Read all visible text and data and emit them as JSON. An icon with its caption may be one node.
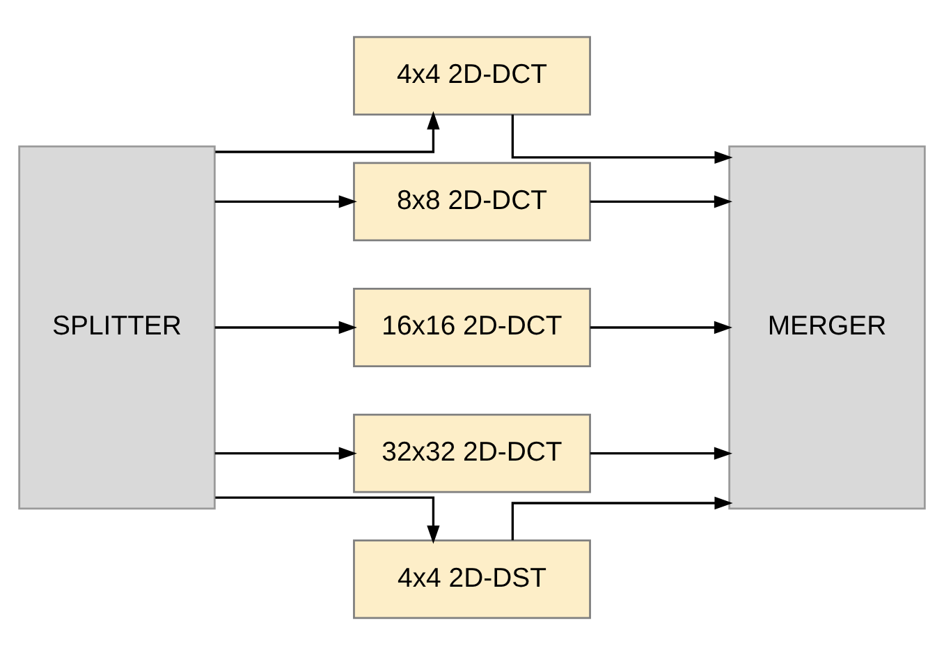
{
  "diagram": {
    "nodes": [
      {
        "text": [
          "SPLITTER"
        ]
      },
      {
        "text": [
          "4x4 2D-DCT"
        ]
      },
      {
        "text": [
          "8x8 2D-DCT"
        ]
      },
      {
        "text": [
          "16x16 2D-DCT"
        ]
      },
      {
        "text": [
          "32x32 2D-DCT"
        ]
      },
      {
        "text": [
          "4x4 2D-DST"
        ]
      },
      {
        "text": [
          "MERGER"
        ]
      }
    ],
    "edges": [
      {
        "from": 0,
        "to": 1,
        "arrow": "to"
      },
      {
        "from": 0,
        "to": 2,
        "arrow": "to"
      },
      {
        "from": 0,
        "to": 3,
        "arrow": "to"
      },
      {
        "from": 0,
        "to": 4,
        "arrow": "to"
      },
      {
        "from": 0,
        "to": 5,
        "arrow": "to"
      },
      {
        "from": 1,
        "to": 6,
        "arrow": "to"
      },
      {
        "from": 2,
        "to": 6,
        "arrow": "to"
      },
      {
        "from": 3,
        "to": 6,
        "arrow": "to"
      },
      {
        "from": 4,
        "to": 6,
        "arrow": "to"
      },
      {
        "from": 5,
        "to": 6,
        "arrow": "to"
      }
    ]
  }
}
